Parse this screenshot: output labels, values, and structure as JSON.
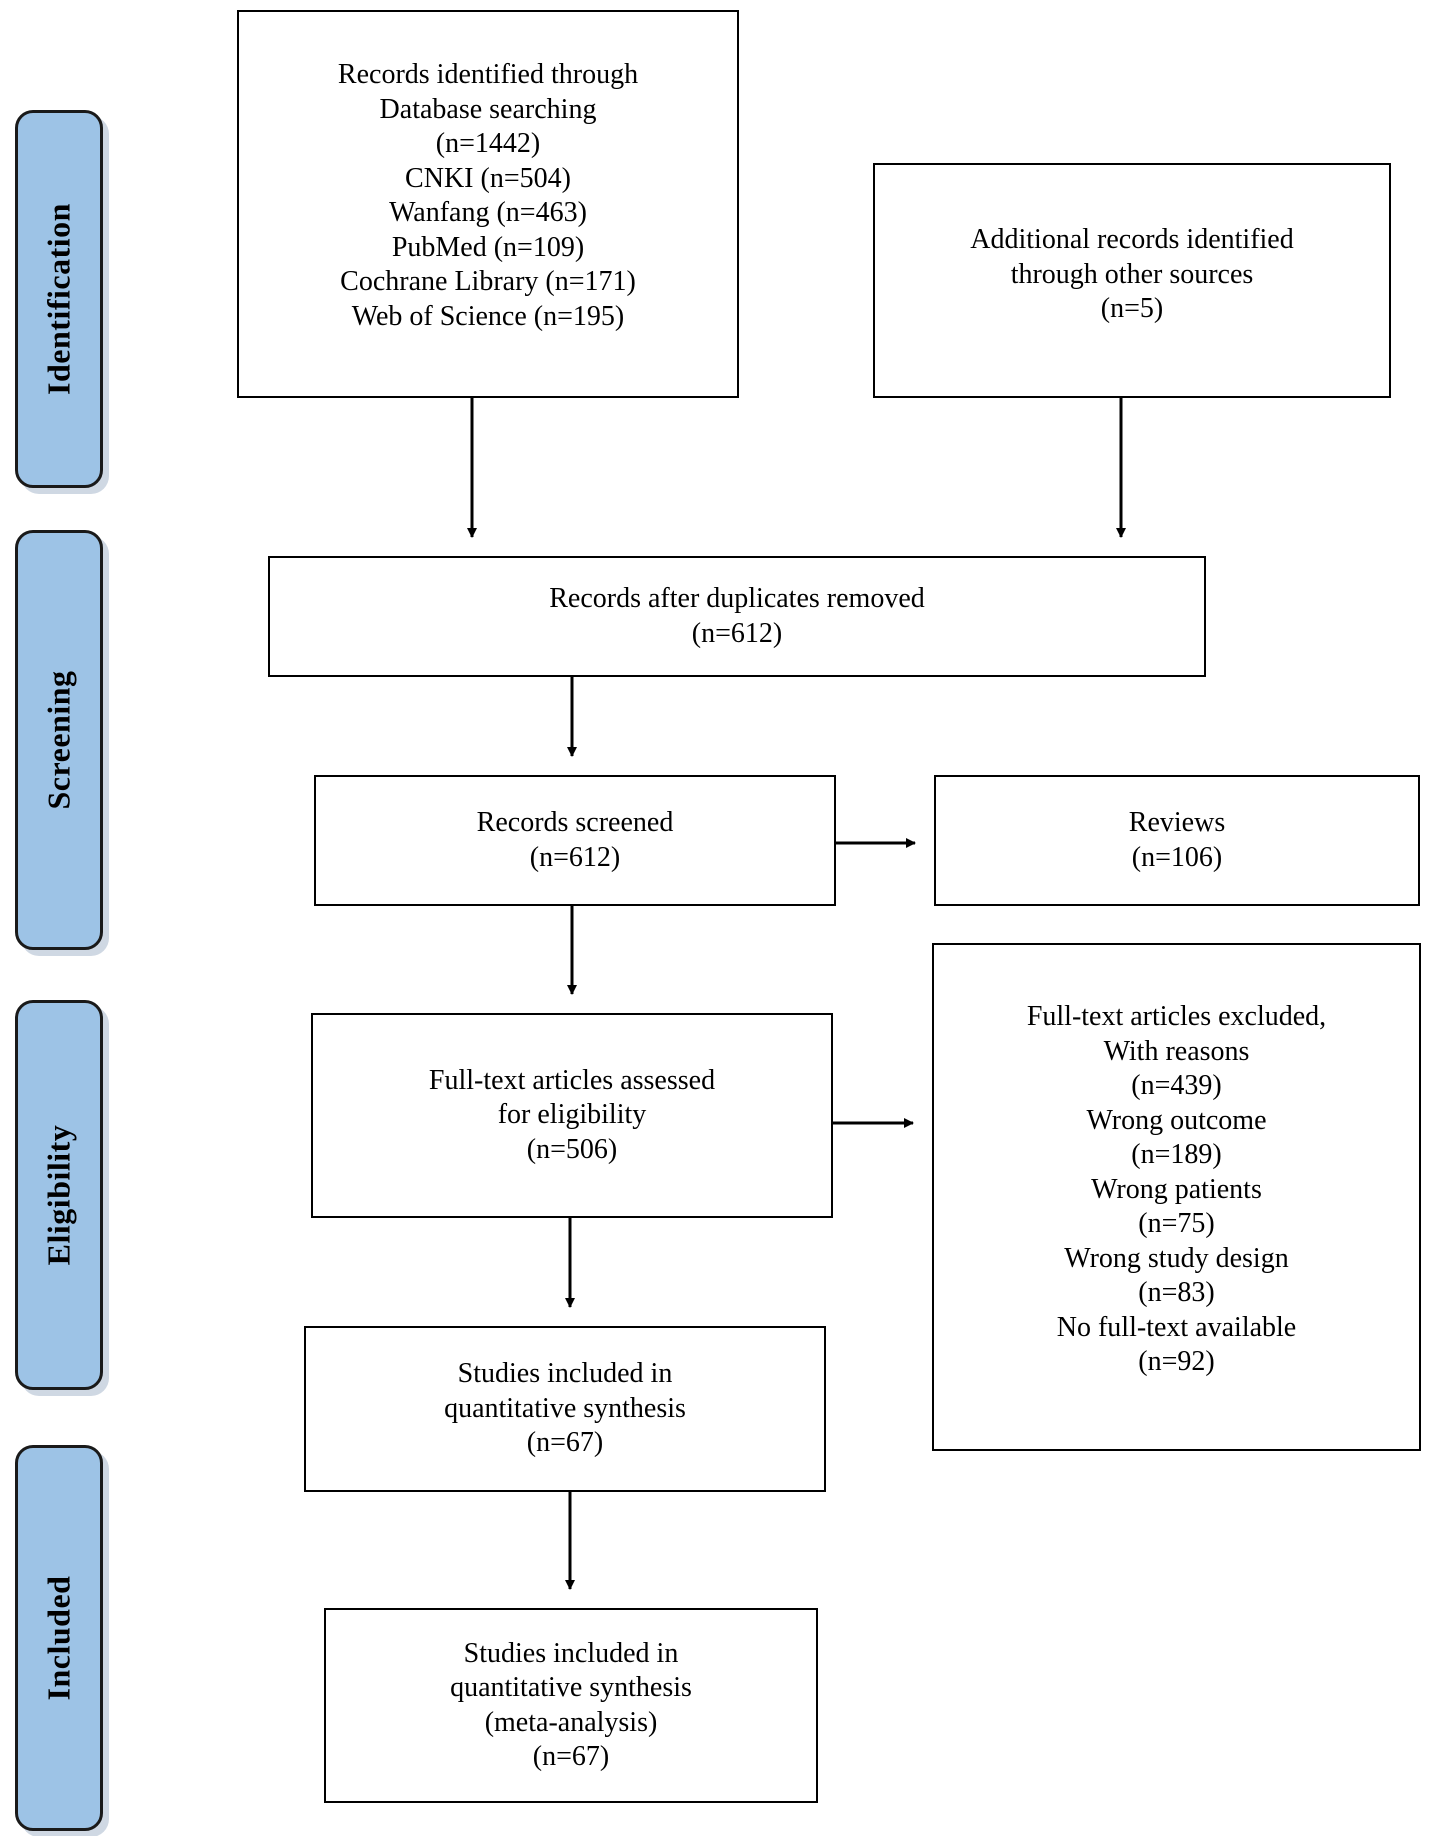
{
  "phases": {
    "identification": "Identification",
    "screening": "Screening",
    "eligibility": "Eligibility",
    "included": "Included"
  },
  "boxes": {
    "database_search": {
      "lines": [
        "Records identified through",
        "Database searching",
        "(n=1442)",
        "CNKI (n=504)",
        "Wanfang (n=463)",
        "PubMed (n=109)",
        "Cochrane Library (n=171)",
        "Web of Science (n=195)"
      ]
    },
    "other_sources": {
      "lines": [
        "Additional records identified",
        "through other sources",
        "(n=5)"
      ]
    },
    "duplicates_removed": {
      "lines": [
        "Records after duplicates removed",
        "(n=612)"
      ]
    },
    "records_screened": {
      "lines": [
        "Records screened",
        "(n=612)"
      ]
    },
    "reviews": {
      "lines": [
        "Reviews",
        "(n=106)"
      ]
    },
    "full_text_assessed": {
      "lines": [
        "Full-text articles assessed",
        "for eligibility",
        "(n=506)"
      ]
    },
    "full_text_excluded": {
      "lines": [
        "Full-text articles excluded,",
        "With reasons",
        "(n=439)",
        "Wrong outcome",
        "(n=189)",
        "Wrong patients",
        "(n=75)",
        "Wrong study design",
        "(n=83)",
        "No full-text available",
        "(n=92)"
      ]
    },
    "quantitative_synthesis": {
      "lines": [
        "Studies included in",
        "quantitative synthesis",
        "(n=67)"
      ]
    },
    "meta_analysis": {
      "lines": [
        "Studies included in",
        "quantitative synthesis",
        "(meta-analysis)",
        "(n=67)"
      ]
    }
  }
}
